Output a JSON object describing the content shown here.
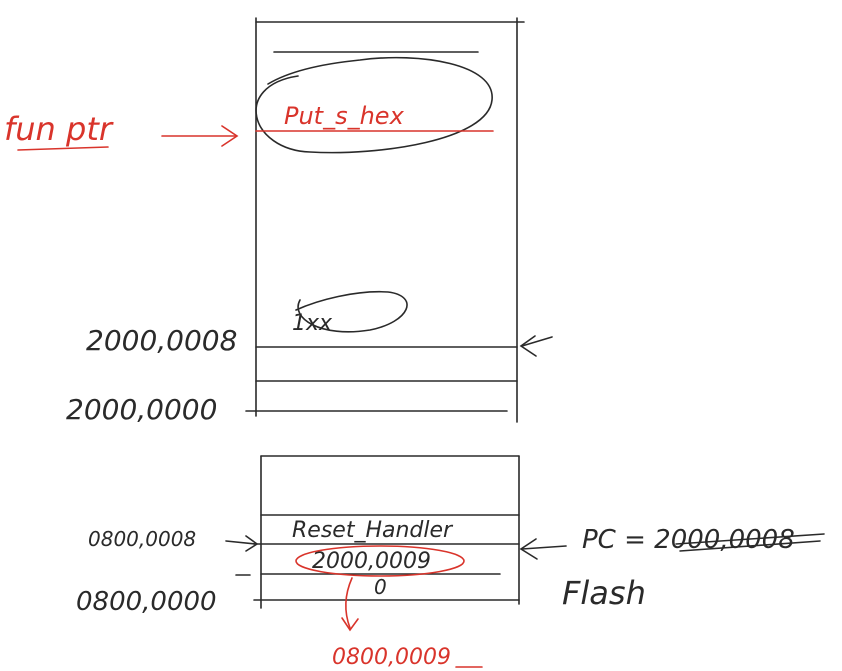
{
  "colors": {
    "ink": "#2a2a2a",
    "red": "#d9342b",
    "background": "#ffffff"
  },
  "labels": {
    "fun_ptr": "fun ptr",
    "put_s_hex": "Put_s_hex",
    "loop_scribble": "1xx",
    "addr_20000008": "2000,0008",
    "addr_20000000": "2000,0000",
    "addr_08000008": "0800,0008",
    "addr_08000000": "0800,0000",
    "reset_handler": "Reset_Handler",
    "vector_value": "2000,0009",
    "zero_value": "0",
    "pc_label": "PC = 2000,0008",
    "flash_label": "Flash",
    "addr_08000009": "0800,0009"
  }
}
